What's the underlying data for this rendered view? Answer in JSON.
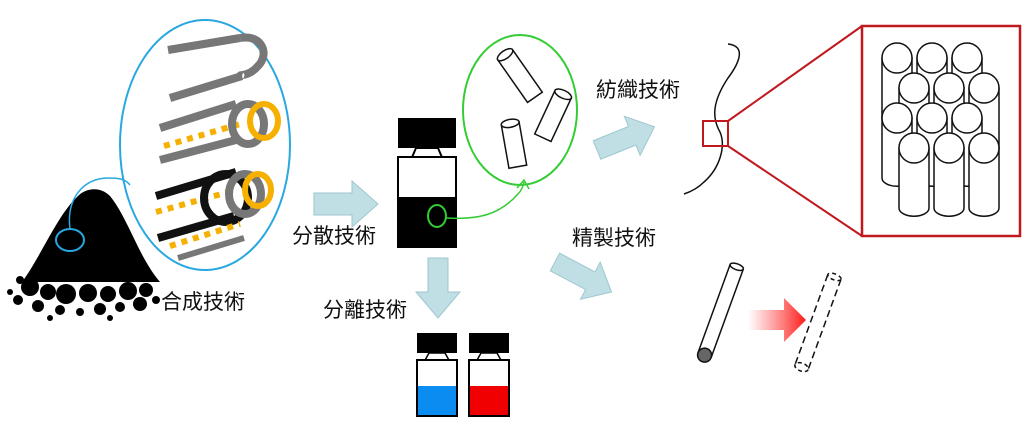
{
  "labels": {
    "synthesis": "合成技術",
    "dispersion": "分散技術",
    "separation": "分離技術",
    "spinning": "紡織技術",
    "refining": "精製技術"
  },
  "colors": {
    "accent_blue": "#29a8e0",
    "accent_green": "#33cc33",
    "accent_red": "#c0181f",
    "gold": "#f5b000",
    "arrow_fill": "#bfdfe5",
    "vial_blue": "#0a8cf0",
    "vial_red": "#f00000"
  }
}
